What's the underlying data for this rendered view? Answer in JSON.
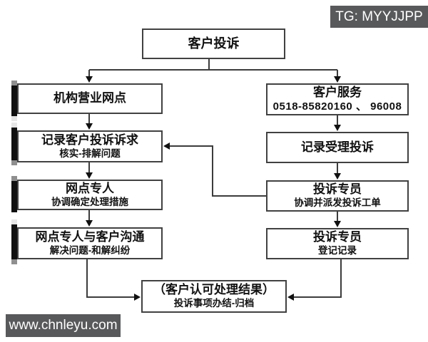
{
  "watermarks": {
    "telegram_badge": "TG: MYYJJPP",
    "website_badge": "www.chnleyu.com"
  },
  "flowchart": {
    "root": {
      "title": "客户投诉"
    },
    "left": [
      {
        "title": "机构营业网点"
      },
      {
        "title": "记录客户投诉诉求",
        "subtitle": "核实-排解问题"
      },
      {
        "title": "网点专人",
        "subtitle": "协调确定处理措施"
      },
      {
        "title": "网点专人与客户沟通",
        "subtitle": "解决问题-和解纠纷"
      }
    ],
    "right": [
      {
        "title": "客户服务",
        "subtitle": "0518-85820160 、 96008"
      },
      {
        "title": "记录受理投诉"
      },
      {
        "title": "投诉专员",
        "subtitle": "协调并派发投诉工单"
      },
      {
        "title": "投诉专员",
        "subtitle": "登记记录"
      }
    ],
    "result": {
      "title": "（客户认可处理结果）",
      "subtitle": "投诉事项办结-归档"
    }
  },
  "colors": {
    "badge_background": "#58595b",
    "badge_text": "#ffffff",
    "box_border": "#414141",
    "connector_line": "#3c3c3c",
    "accent_bar": "#101010",
    "background": "#ffffff"
  }
}
